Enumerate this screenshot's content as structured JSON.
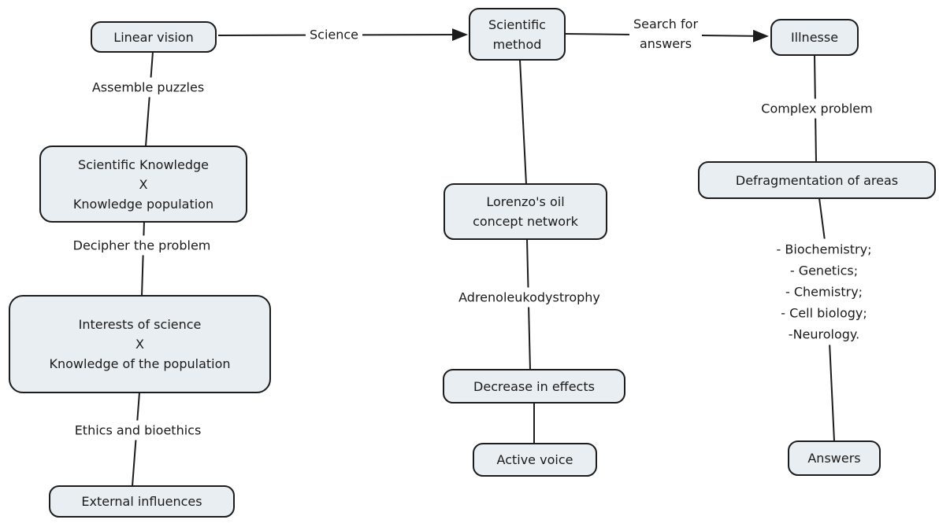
{
  "colors": {
    "background": "#ffffff",
    "node_fill": "#e9eef2",
    "node_border": "#1c1c1c",
    "line": "#1c1c1c",
    "text": "#1a1a1a"
  },
  "nodes": {
    "linear_vision": {
      "label": "Linear vision"
    },
    "scientific_knowledge": {
      "label": "Scientific Knowledge\nX\nKnowledge population"
    },
    "interests_of_science": {
      "label": "Interests of science\nX\nKnowledge of the population"
    },
    "external_influences": {
      "label": "External influences"
    },
    "scientific_method": {
      "label": "Scientific\nmethod"
    },
    "lorenzos_oil": {
      "label": "Lorenzo's oil\nconcept network"
    },
    "decrease_in_effects": {
      "label": "Decrease in effects"
    },
    "active_voice": {
      "label": "Active voice"
    },
    "illnesse": {
      "label": "Illnesse"
    },
    "defragmentation": {
      "label": "Defragmentation of areas"
    },
    "answers": {
      "label": "Answers"
    }
  },
  "edge_labels": {
    "assemble_puzzles": "Assemble puzzles",
    "science": "Science",
    "search_for_answers": "Search for\nanswers",
    "decipher_the_problem": "Decipher the problem",
    "ethics_and_bioethics": "Ethics and bioethics",
    "adrenoleukodystrophy": "Adrenoleukodystrophy",
    "complex_problem": "Complex problem",
    "areas_list": "- Biochemistry;\n- Genetics;\n- Chemistry;\n- Cell biology;\n-Neurology."
  }
}
